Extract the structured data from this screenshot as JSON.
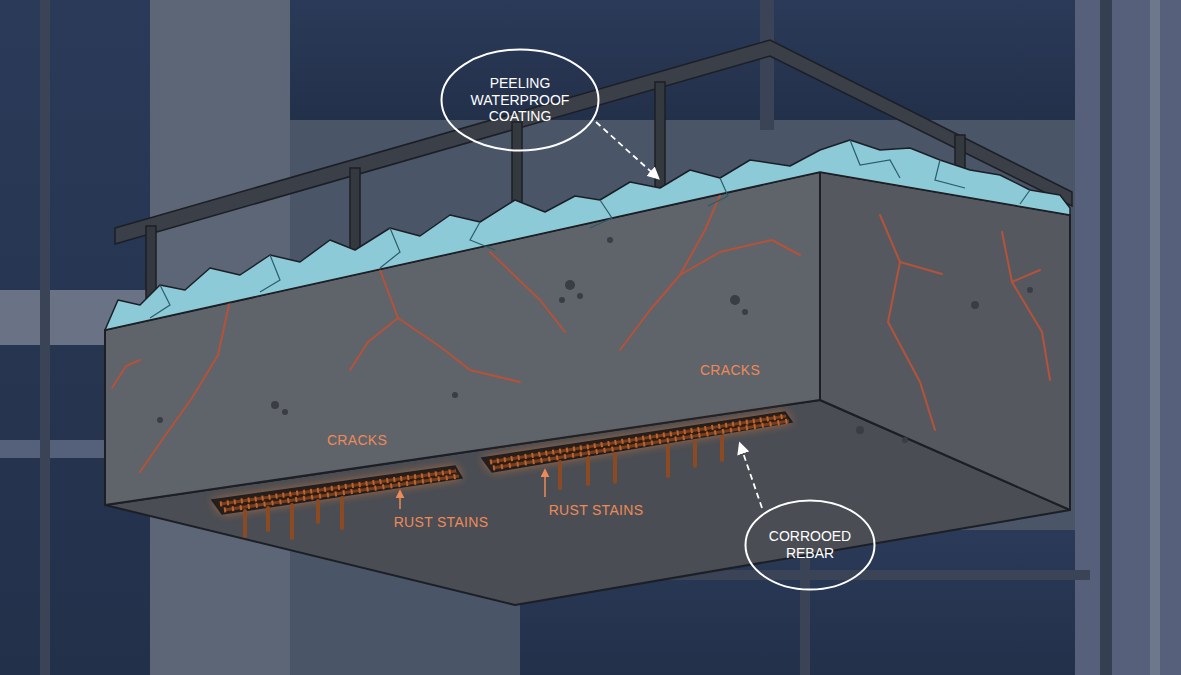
{
  "diagram": {
    "nodes": [
      {
        "text": [
          "PEELING WATERPROOF COATING"
        ]
      },
      {
        "text": [
          "CORROOED REBAR"
        ]
      }
    ],
    "labels": [
      "CRACKS",
      "CRACKS",
      "RUST STAINS",
      "RUST STAINS"
    ]
  }
}
